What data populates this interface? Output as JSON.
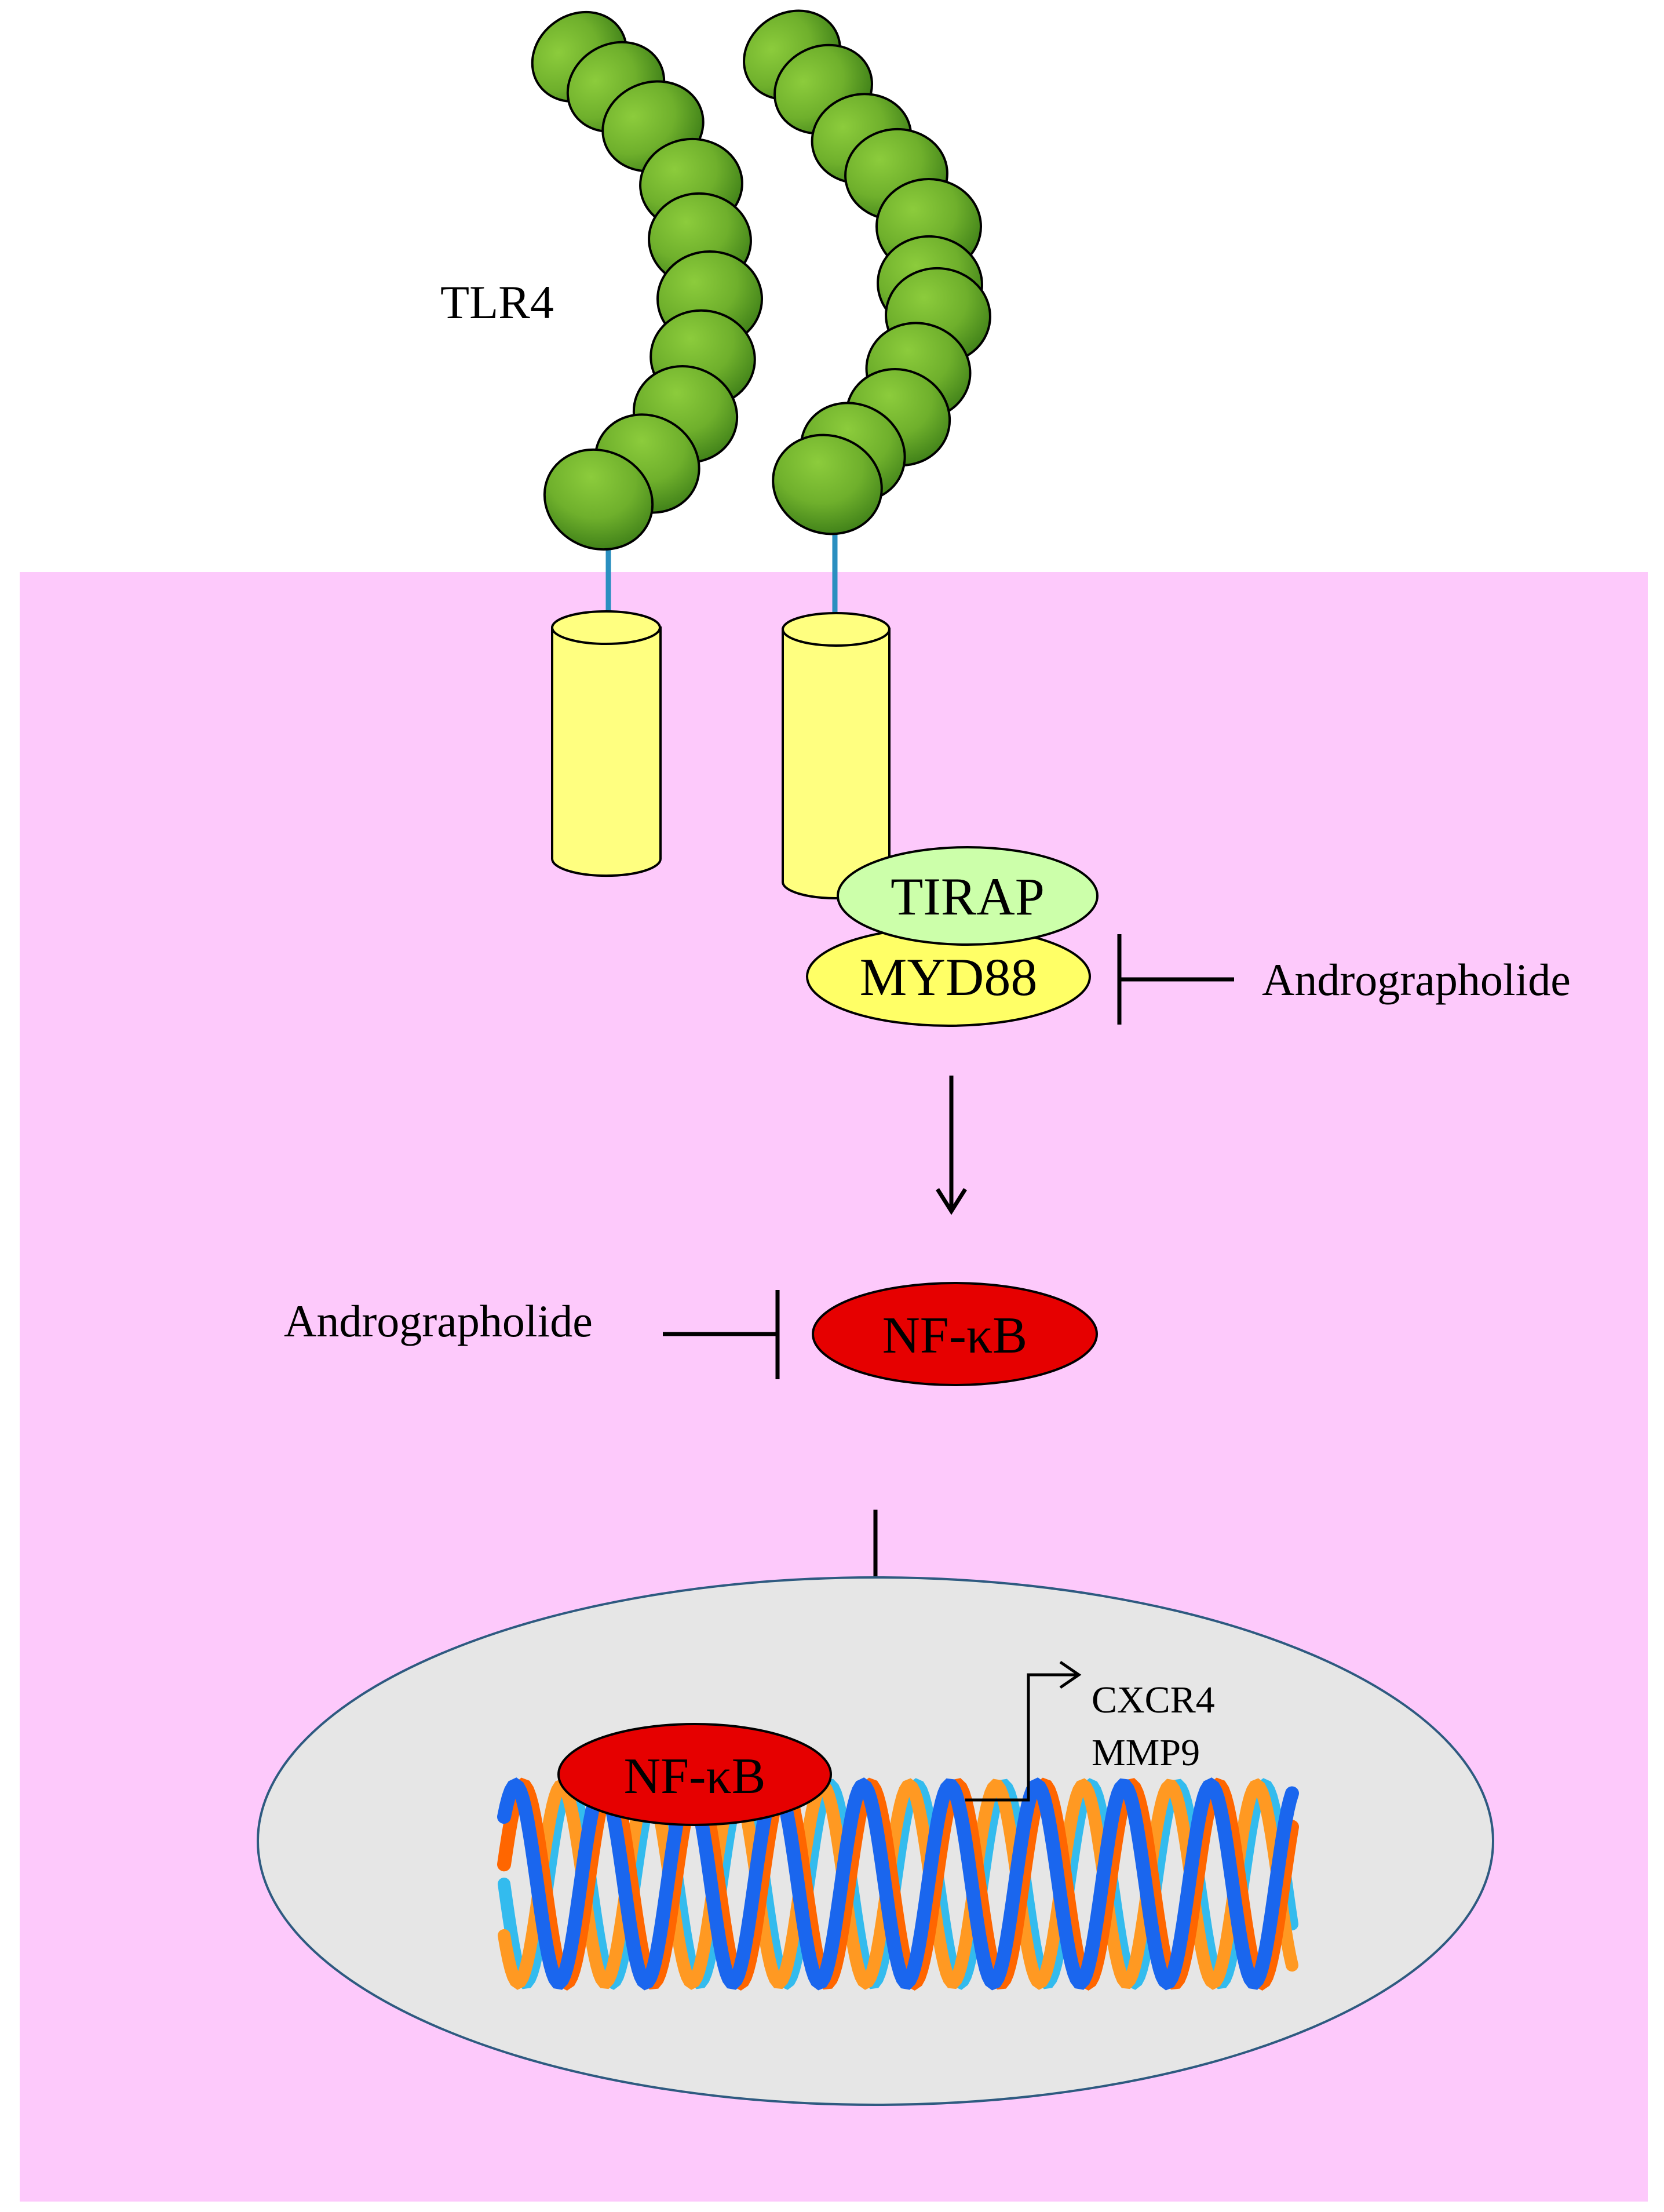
{
  "labels": {
    "receptor": "TLR4",
    "adaptor_1": "TIRAP",
    "adaptor_2": "MYD88",
    "inhibitor_1": "Andrographolide",
    "transcription_factor": "NF-κB",
    "inhibitor_2": "Andrographolide",
    "nuclear_factor": "NF-κB",
    "target_gene_1": "CXCR4",
    "target_gene_2": "MMP9"
  },
  "colors": {
    "cytoplasm": "#fdc9fb",
    "receptor_domain": "#8ccc3c",
    "receptor_domain_shade": "#3e7f18",
    "transmembrane": "#ffff80",
    "linker": "#2a8fc0",
    "tirap": "#ccffaa",
    "myd88": "#ffff66",
    "nfkb": "#e60000",
    "nucleus": "#e6e6e6",
    "nucleus_border": "#2e5a80",
    "dna_orange_dark": "#ff6600",
    "dna_orange_light": "#ff9922",
    "dna_blue_dark": "#1a66ee",
    "dna_blue_light": "#33bbee"
  }
}
